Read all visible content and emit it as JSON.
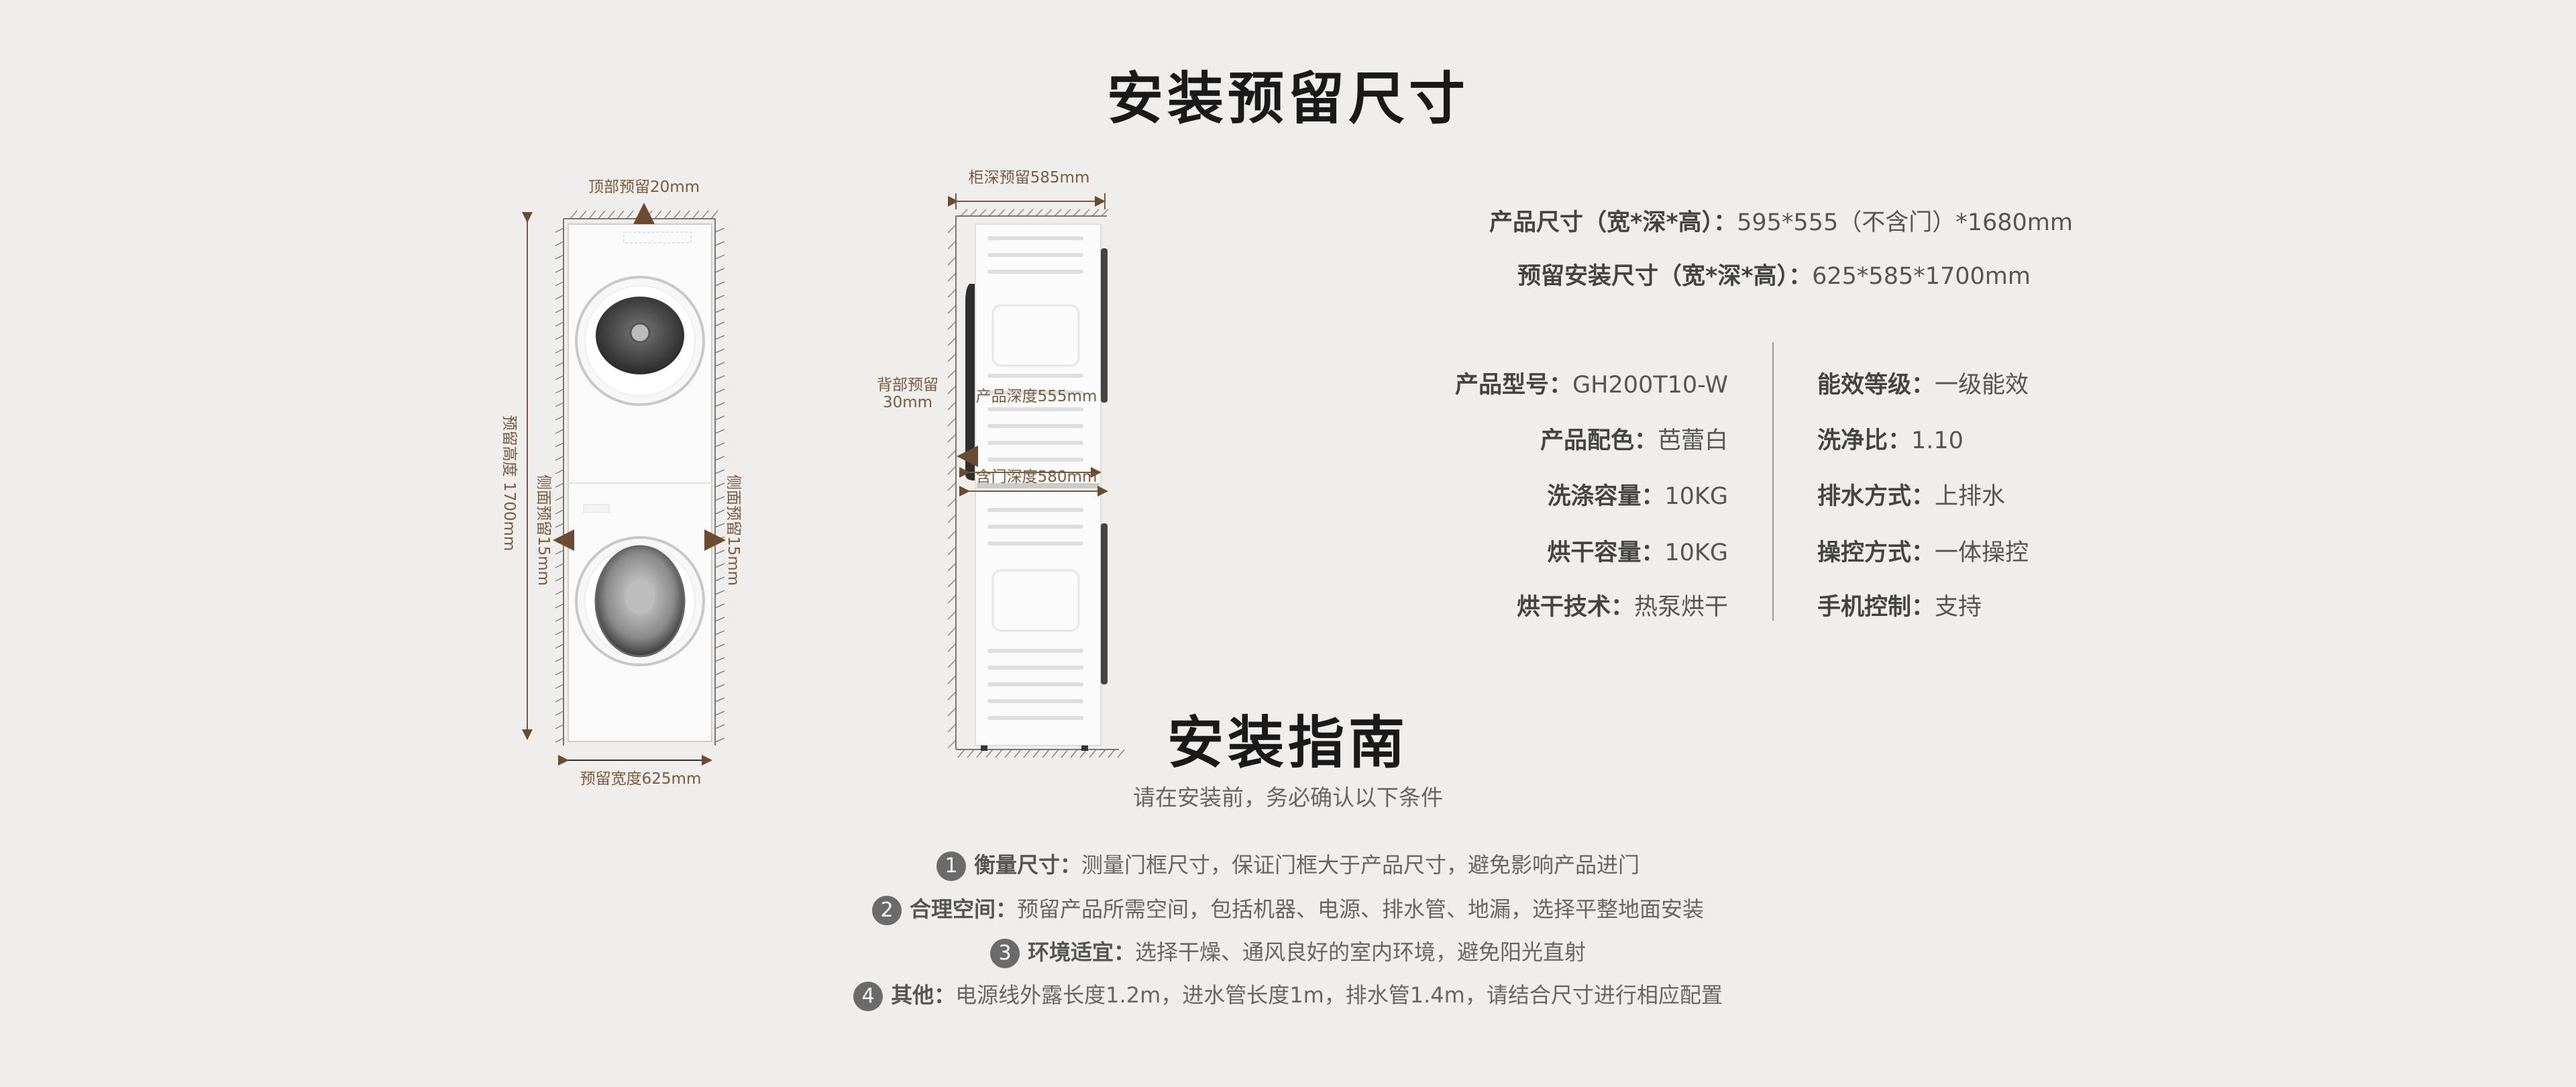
{
  "colors": {
    "background": "#efeeec",
    "dimension": "#7a5a3f",
    "title": "#1a1a1a"
  },
  "section1": {
    "title": "安装预留尺寸"
  },
  "front_diagram": {
    "top_gap": "顶部预留20mm",
    "height": "预留高度 1700mm",
    "left_gap": "侧面预留15mm",
    "right_gap": "侧面预留15mm",
    "width": "预留宽度625mm"
  },
  "side_diagram": {
    "cabinet_depth": "柜深预留585mm",
    "back_gap_1": "背部预留",
    "back_gap_2": "30mm",
    "product_depth": "产品深度555mm",
    "door_depth": "含门深度580mm"
  },
  "specs": {
    "size_label": "产品尺寸（宽*深*高）：",
    "size_value": "595*555（不含门）*1680mm",
    "reserve_label": "预留安装尺寸（宽*深*高）：",
    "reserve_value": "625*585*1700mm",
    "left": [
      {
        "label": "产品型号：",
        "value": "GH200T10-W"
      },
      {
        "label": "产品配色：",
        "value": "芭蕾白"
      },
      {
        "label": "洗涤容量：",
        "value": "10KG"
      },
      {
        "label": "烘干容量：",
        "value": "10KG"
      },
      {
        "label": "烘干技术：",
        "value": "热泵烘干"
      }
    ],
    "right": [
      {
        "label": "能效等级：",
        "value": "一级能效"
      },
      {
        "label": "洗净比：",
        "value": "1.10"
      },
      {
        "label": "排水方式：",
        "value": "上排水"
      },
      {
        "label": "操控方式：",
        "value": "一体操控"
      },
      {
        "label": "手机控制：",
        "value": "支持"
      }
    ]
  },
  "section2": {
    "title": "安装指南",
    "subtitle": "请在安装前，务必确认以下条件"
  },
  "guide": [
    {
      "num": "1",
      "label": "衡量尺寸：",
      "text": "测量门框尺寸，保证门框大于产品尺寸，避免影响产品进门"
    },
    {
      "num": "2",
      "label": "合理空间：",
      "text": "预留产品所需空间，包括机器、电源、排水管、地漏，选择平整地面安装"
    },
    {
      "num": "3",
      "label": "环境适宜：",
      "text": "选择干燥、通风良好的室内环境，避免阳光直射"
    },
    {
      "num": "4",
      "label": "其他：",
      "text": "电源线外露长度1.2m，进水管长度1m，排水管1.4m，请结合尺寸进行相应配置"
    }
  ]
}
